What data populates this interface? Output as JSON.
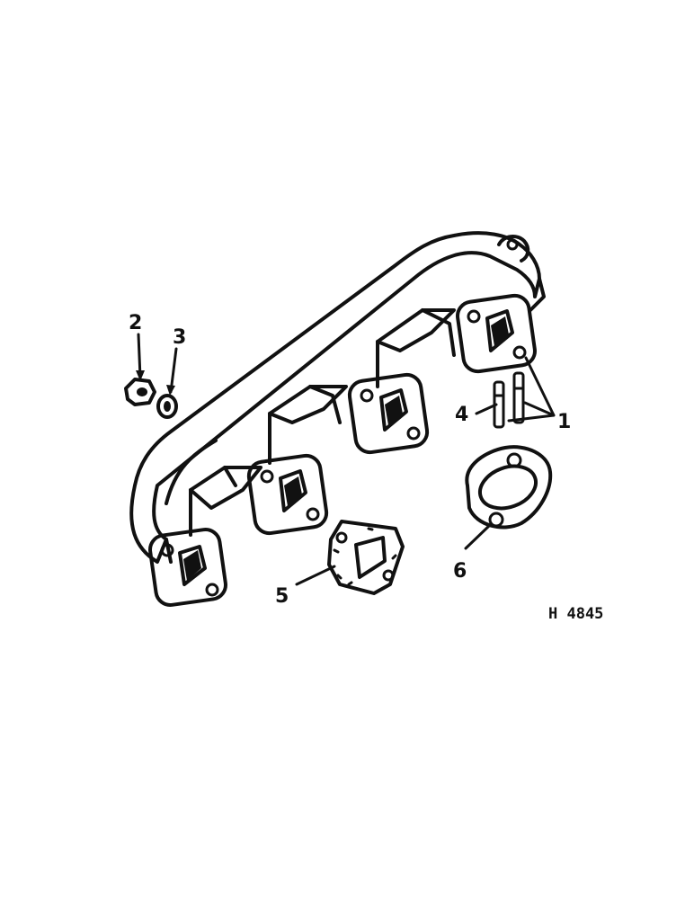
{
  "drawing": {
    "reference_code": "H 4845",
    "callouts": [
      {
        "id": "1",
        "label": "1"
      },
      {
        "id": "2",
        "label": "2"
      },
      {
        "id": "3",
        "label": "3"
      },
      {
        "id": "4",
        "label": "4"
      },
      {
        "id": "5",
        "label": "5"
      },
      {
        "id": "6",
        "label": "6"
      }
    ]
  }
}
